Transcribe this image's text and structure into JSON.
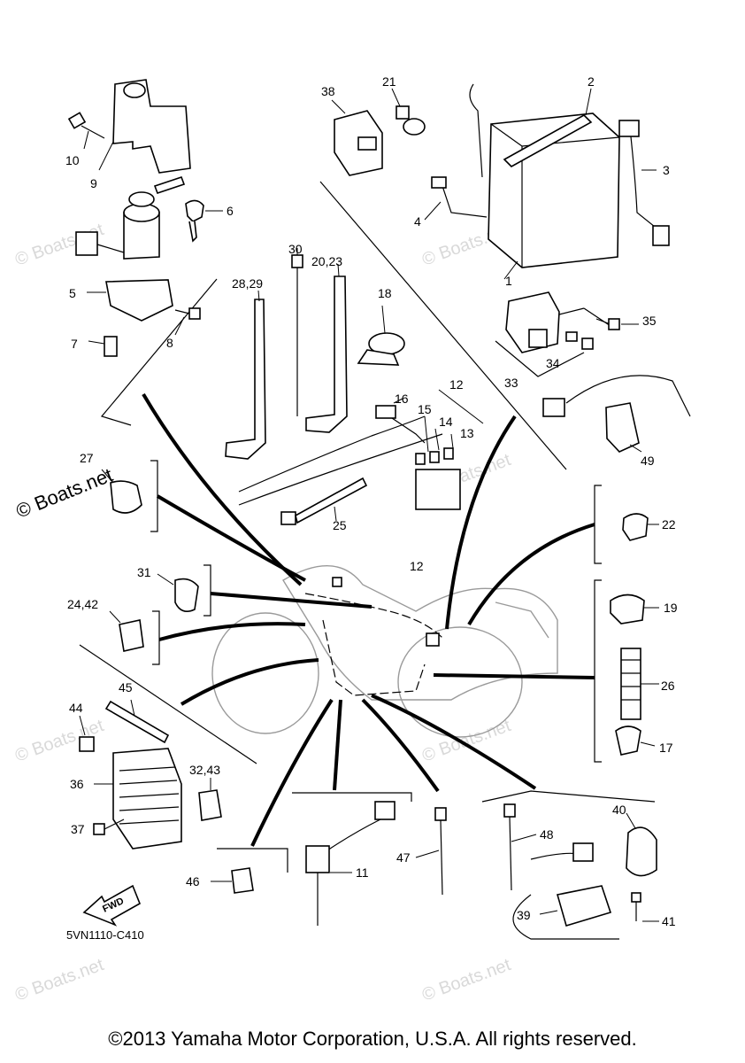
{
  "diagram": {
    "part_labels": {
      "p1": "1",
      "p2": "2",
      "p3": "3",
      "p4": "4",
      "p5": "5",
      "p6": "6",
      "p7": "7",
      "p8": "8",
      "p9": "9",
      "p10": "10",
      "p11": "11",
      "p12a": "12",
      "p12b": "12",
      "p13": "13",
      "p14": "14",
      "p15": "15",
      "p16": "16",
      "p17": "17",
      "p18": "18",
      "p19": "19",
      "p20_23": "20,23",
      "p21": "21",
      "p22": "22",
      "p24_42": "24,42",
      "p25": "25",
      "p26": "26",
      "p27": "27",
      "p28_29": "28,29",
      "p30": "30",
      "p31": "31",
      "p32_43": "32,43",
      "p33": "33",
      "p34": "34",
      "p35": "35",
      "p36": "36",
      "p37": "37",
      "p38": "38",
      "p39": "39",
      "p40": "40",
      "p41": "41",
      "p44": "44",
      "p45": "45",
      "p46": "46",
      "p47": "47",
      "p48": "48",
      "p49": "49"
    },
    "drawing_code": "5VN1110-C410",
    "fwd_label": "FWD",
    "watermark": "© Boats.net",
    "watermark_faint": "© Boats.net"
  },
  "footer": {
    "copyright": "©2013 Yamaha Motor Corporation, U.S.A. All rights reserved."
  }
}
